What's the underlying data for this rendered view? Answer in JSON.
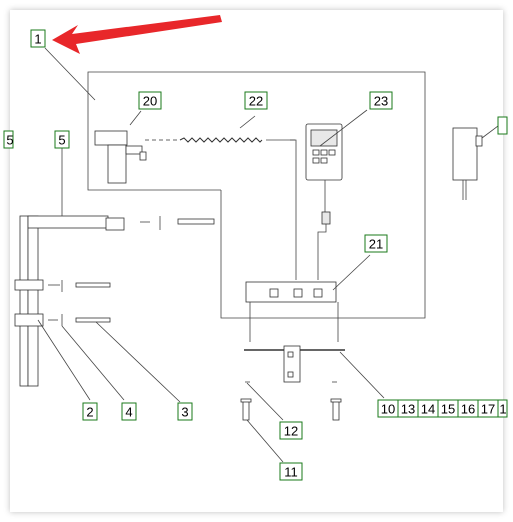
{
  "diagram": {
    "callouts": {
      "c1": "1",
      "c2": "2",
      "c3": "3",
      "c4": "4",
      "c5": "5",
      "c5_edge": "5",
      "c11": "11",
      "c12": "12",
      "c20": "20",
      "c21": "21",
      "c22": "22",
      "c23": "23",
      "c10": "10",
      "c13": "13",
      "c14": "14",
      "c15": "15",
      "c16": "16",
      "c17": "17",
      "c18_partial": "1"
    },
    "arrow_color": "#e8272a",
    "callout_border_color": "#1a7a1a"
  }
}
